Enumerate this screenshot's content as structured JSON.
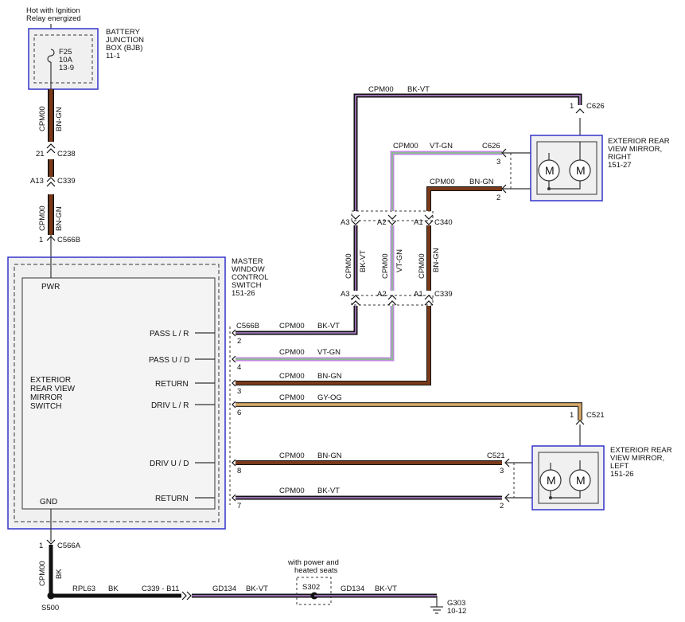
{
  "power_source": {
    "line1": "Hot with Ignition",
    "line2": "Relay energized"
  },
  "bjb": {
    "title1": "BATTERY",
    "title2": "JUNCTION",
    "title3": "BOX (BJB)",
    "ref": "11-1",
    "fuse": "F25",
    "amps": "10A",
    "cell": "13-9"
  },
  "upper_feed": {
    "circuit": "CPM00",
    "color": "BN-GN",
    "c238_pin": "21",
    "c238": "C238",
    "c339_pin": "A13",
    "c339": "C339",
    "circuit2": "CPM00",
    "color2": "BN-GN",
    "c566b_pin": "1",
    "c566b": "C566B"
  },
  "switch": {
    "title1": "MASTER",
    "title2": "WINDOW",
    "title3": "CONTROL",
    "title4": "SWITCH",
    "ref": "151-26",
    "pwr": "PWR",
    "gnd": "GND",
    "inner1": "EXTERIOR",
    "inner2": "REAR VIEW",
    "inner3": "MIRROR",
    "inner4": "SWITCH",
    "pins": [
      {
        "label": "PASS L / R",
        "pin": "2",
        "circuit": "CPM00",
        "color": "BK-VT",
        "connector": "C566B"
      },
      {
        "label": "PASS U / D",
        "pin": "4",
        "circuit": "CPM00",
        "color": "VT-GN"
      },
      {
        "label": "RETURN",
        "pin": "3",
        "circuit": "CPM00",
        "color": "BN-GN"
      },
      {
        "label": "DRIV L / R",
        "pin": "6",
        "circuit": "CPM00",
        "color": "GY-OG"
      },
      {
        "label": "DRIV U / D",
        "pin": "8",
        "circuit": "CPM00",
        "color": "BN-GN"
      },
      {
        "label": "RETURN",
        "pin": "7",
        "circuit": "CPM00",
        "color": "BK-VT"
      }
    ]
  },
  "verticals": {
    "a3": "A3",
    "a2": "A2",
    "a1": "A1",
    "c340": "C340",
    "c339": "C339",
    "v1_circuit": "CPM00",
    "v1_color": "BK-VT",
    "v2_circuit": "CPM00",
    "v2_color": "VT-GN",
    "v3_circuit": "CPM00",
    "v3_color": "BN-GN"
  },
  "right_mirror": {
    "title1": "EXTERIOR REAR",
    "title2": "VIEW MIRROR,",
    "title3": "RIGHT",
    "ref": "151-27",
    "top_circuit": "CPM00",
    "top_color": "BK-VT",
    "top_pin": "1",
    "top_conn": "C626",
    "mid_circuit": "CPM00",
    "mid_color": "VT-GN",
    "mid_conn": "C626",
    "mid_pin": "3",
    "low_circuit": "CPM00",
    "low_color": "BN-GN",
    "low_pin": "2",
    "motor1": "M",
    "motor2": "M"
  },
  "left_mirror": {
    "title1": "EXTERIOR REAR",
    "title2": "VIEW MIRROR,",
    "title3": "LEFT",
    "ref": "151-26",
    "top_pin": "1",
    "top_conn": "C521",
    "mid_conn": "C521",
    "mid_pin": "3",
    "low_pin": "2",
    "motor1": "M",
    "motor2": "M"
  },
  "ground": {
    "pin": "1",
    "conn": "C566A",
    "circuit": "CPM00",
    "color": "BK",
    "splice": "S500",
    "rpl": "RPL63",
    "rpl_color": "BK",
    "c339b11": "C339 -  B11",
    "gd1": "GD134",
    "gd1_color": "BK-VT",
    "s302_note1": "with power and",
    "s302_note2": "heated seats",
    "s302": "S302",
    "gd2": "GD134",
    "gd2_color": "BK-VT",
    "g303": "G303",
    "g303_ref": "10-12"
  },
  "colors": {
    "brown": "#7a3a1a",
    "violet": "#c08adf",
    "green": "#7cc97a",
    "gray_orange": "#d8a868",
    "black": "#111111",
    "box_blue": "#3333cc",
    "body_fill": "#f0f0f0"
  }
}
